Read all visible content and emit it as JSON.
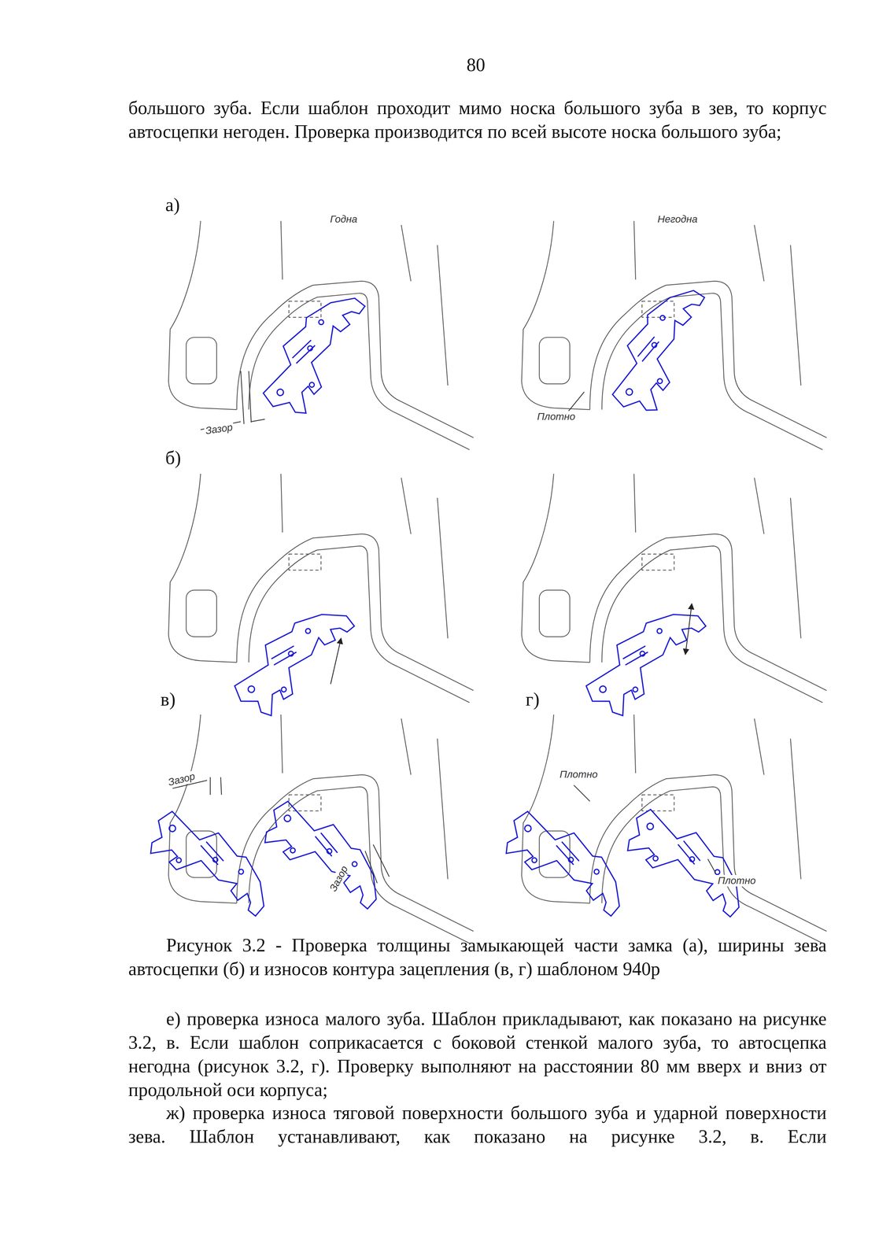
{
  "diagram": {
    "caption": "Рисунок 3.2 - Проверка толщины замыкающей части замка (а), ширины зева автосцепки (б) и износов контура зацепления (в, г) шаблоном 940р",
    "labels": [
      "80",
      "большого зуба. Если шаблон проходит мимо носка большого зуба в зев, то корпус автосцепки негоден. Проверка производится по всей высоте носка большого зуба;",
      "а)",
      "Годна",
      "Негодна",
      "Зазор",
      "Плотно",
      "б)",
      "в)",
      "г)",
      "Зазор",
      "Зазор",
      "Плотно",
      "Плотно",
      "е) проверка износа малого зуба. Шаблон прикладывают, как показано на рисунке 3.2, в. Если шаблон соприкасается с боковой стенкой малого зуба, то автосцепка негодна (рисунок 3.2, г). Проверку выполняют на расстоянии 80 мм вверх и вниз от продольной оси корпуса;",
      "ж) проверка износа тяговой поверхности большого зуба и ударной поверхности зева. Шаблон устанавливают, как показано на рисунке 3.2, в. Если"
    ]
  }
}
